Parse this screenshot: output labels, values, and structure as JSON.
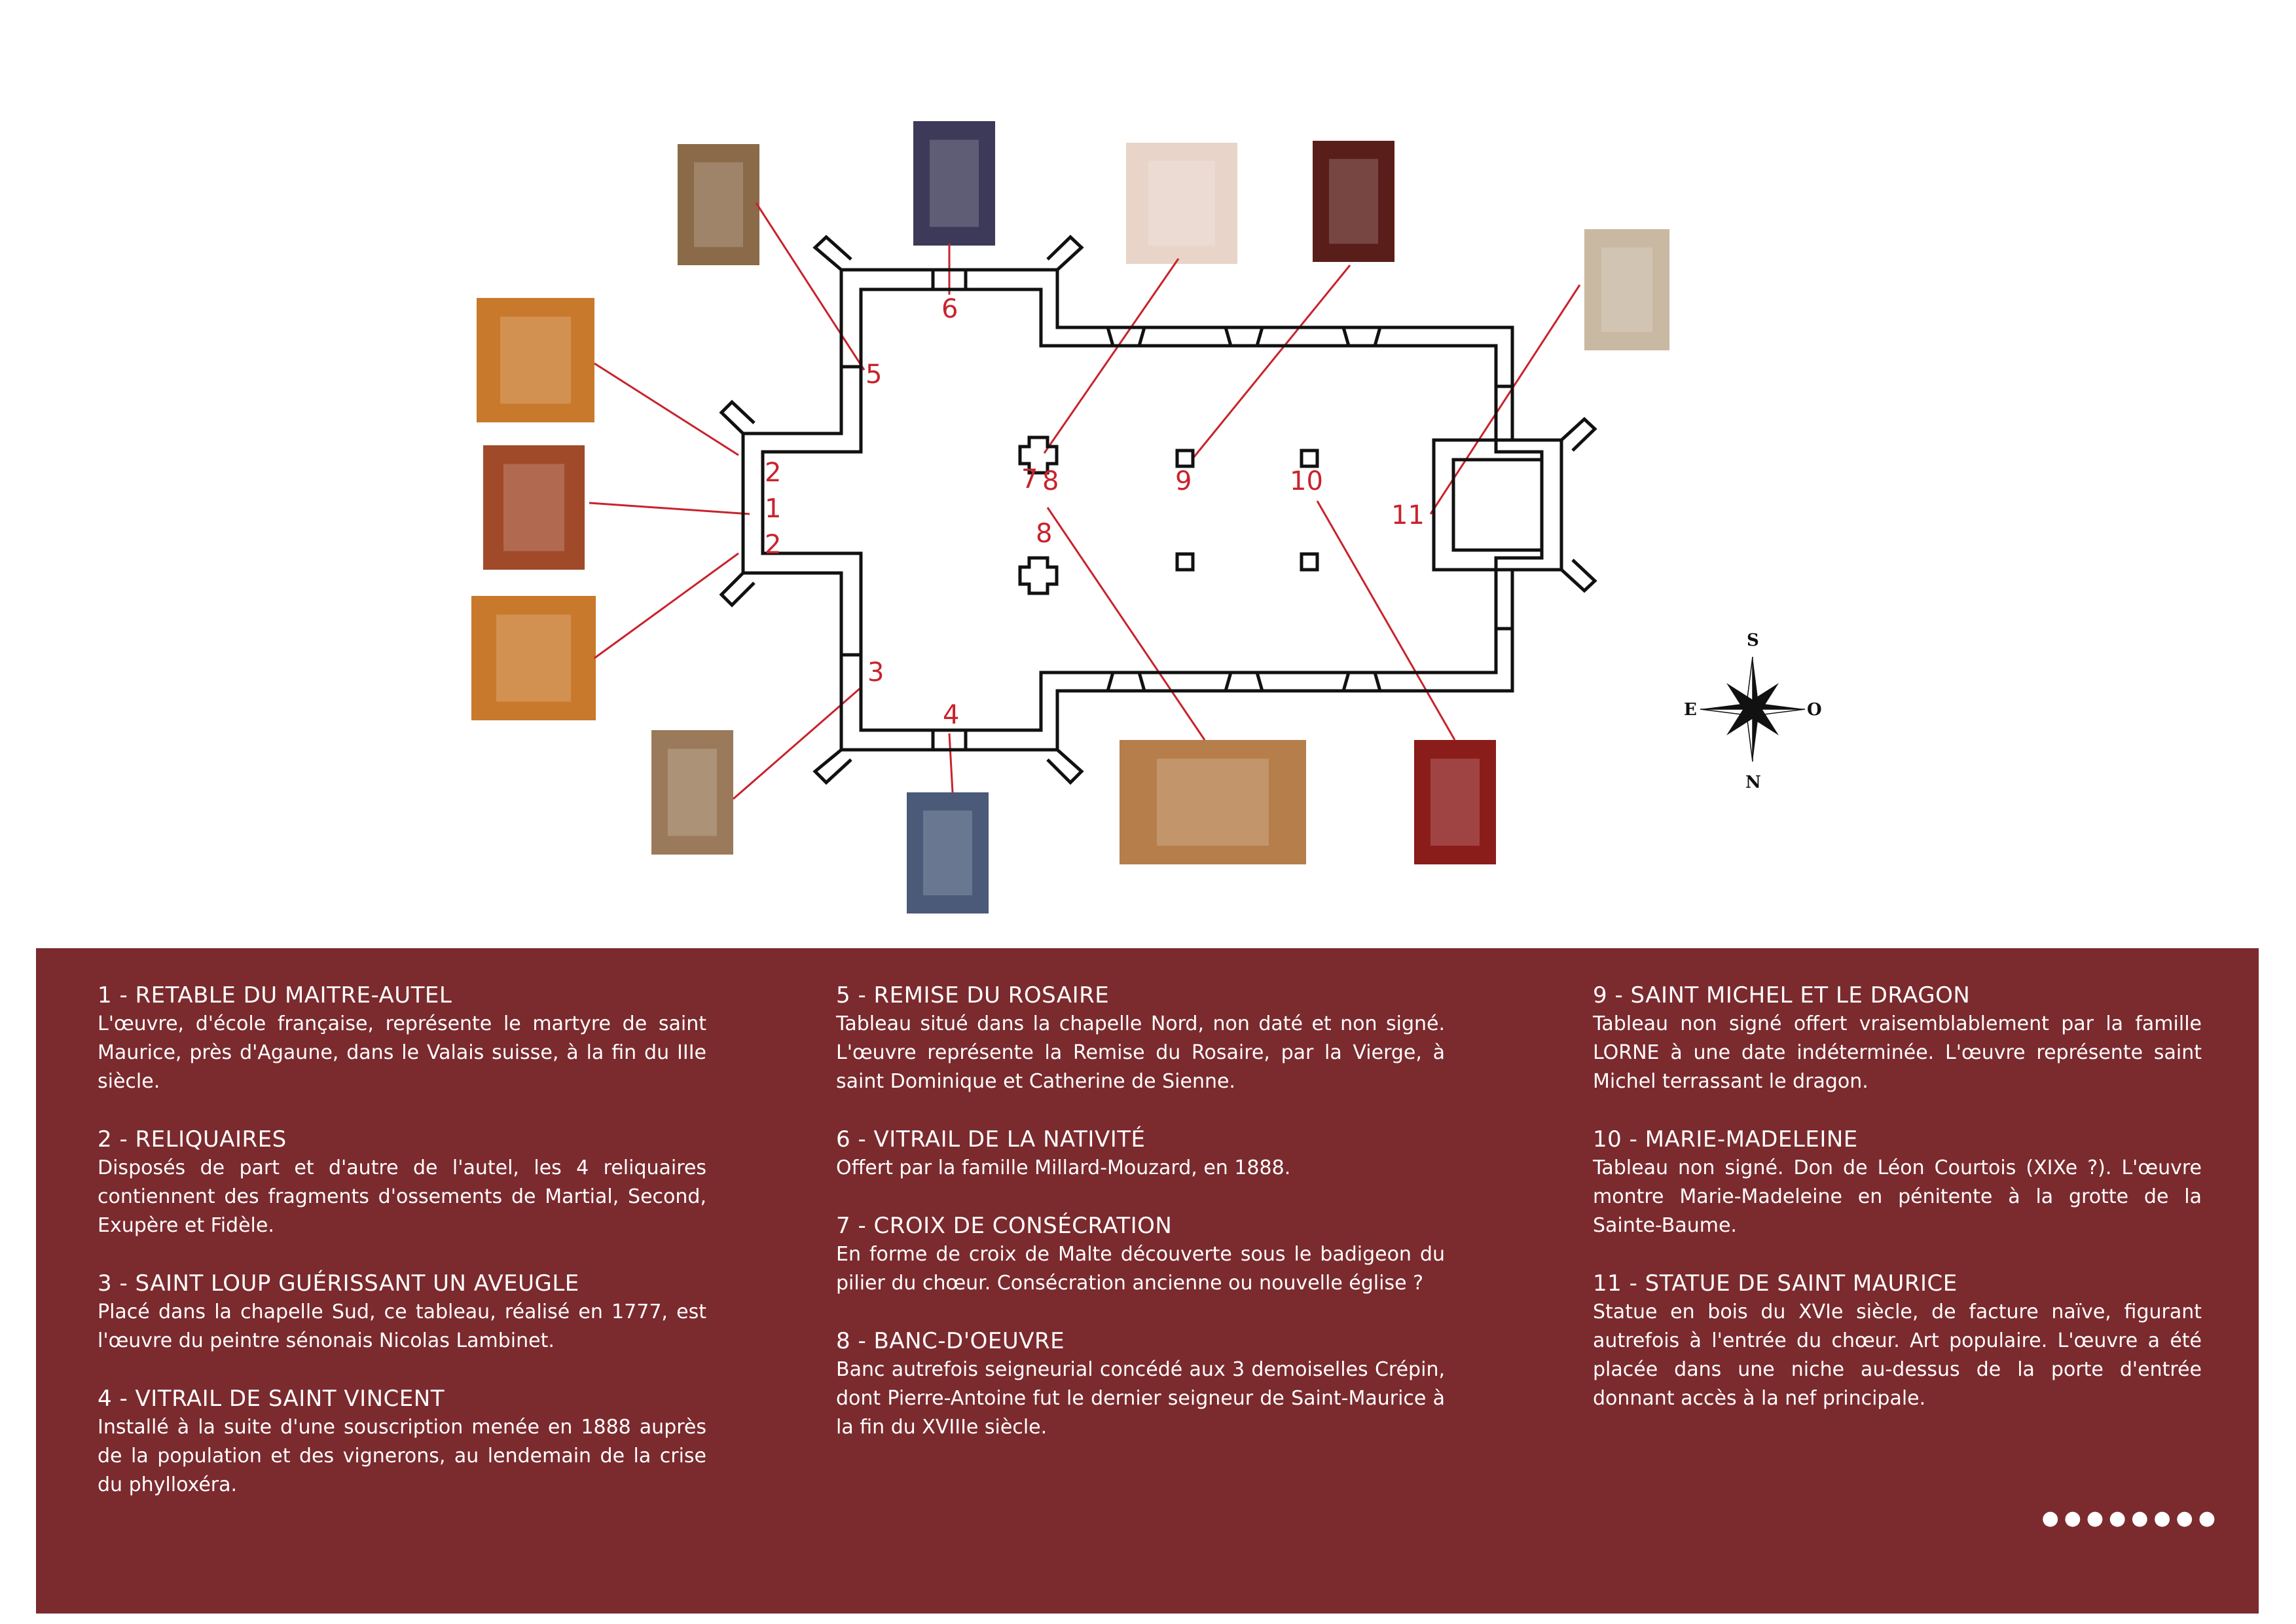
{
  "plan": {
    "numbers": [
      "1",
      "2",
      "2",
      "3",
      "4",
      "5",
      "6",
      "7",
      "8",
      "8",
      "9",
      "10",
      "11"
    ],
    "compass": {
      "top": "S",
      "bottom": "N",
      "left": "E",
      "right": "O"
    },
    "accent_color": "#c8232c",
    "photos": [
      {
        "ref": "5",
        "subject": "Remise du Rosaire painting",
        "tint": "#8a6a48"
      },
      {
        "ref": "6",
        "subject": "stained glass window",
        "tint": "#3c3a58"
      },
      {
        "ref": "7",
        "subject": "consecration cross",
        "tint": "#e8d4c8"
      },
      {
        "ref": "9",
        "subject": "Saint Michel painting",
        "tint": "#5a1e1a"
      },
      {
        "ref": "11",
        "subject": "statue",
        "tint": "#c9b8a2"
      },
      {
        "ref": "2",
        "subject": "reliquaries",
        "tint": "#c9792b"
      },
      {
        "ref": "1",
        "subject": "altarpiece",
        "tint": "#a04a2a"
      },
      {
        "ref": "2",
        "subject": "reliquaries",
        "tint": "#c9792b"
      },
      {
        "ref": "3",
        "subject": "Saint Loup painting",
        "tint": "#9a7a5a"
      },
      {
        "ref": "4",
        "subject": "stained glass window",
        "tint": "#4a5a78"
      },
      {
        "ref": "8",
        "subject": "pew",
        "tint": "#b57e4a"
      },
      {
        "ref": "10",
        "subject": "Marie-Madeleine painting",
        "tint": "#8a1c1a"
      }
    ]
  },
  "legend": {
    "columns": [
      [
        {
          "title": "1 - RETABLE DU MAITRE-AUTEL",
          "text": "L'œuvre, d'école française, représente le martyre de saint Maurice, près d'Agaune, dans le Valais suisse, à la fin du IIIe siècle."
        },
        {
          "title": "2 - RELIQUAIRES",
          "text": "Disposés de part et d'autre de l'autel, les 4 reliquaires contiennent des fragments d'ossements de Martial, Second, Exupère et Fidèle."
        },
        {
          "title": "3 - SAINT LOUP GUÉRISSANT UN AVEUGLE",
          "text": "Placé dans la chapelle Sud, ce tableau, réalisé en 1777, est l'œuvre du peintre sénonais Nicolas Lambinet."
        },
        {
          "title": "4 - VITRAIL DE SAINT VINCENT",
          "text": "Installé à la suite d'une souscription menée en 1888 auprès de la population et des vignerons, au lendemain de la crise du phylloxéra."
        }
      ],
      [
        {
          "title": "5 - REMISE DU ROSAIRE",
          "text": "Tableau situé dans la chapelle Nord, non daté et non signé. L'œuvre représente la Remise du Rosaire, par la Vierge, à saint Dominique et Catherine de Sienne."
        },
        {
          "title": "6 - VITRAIL DE LA NATIVITÉ",
          "text": "Offert par la famille Millard-Mouzard, en 1888."
        },
        {
          "title": "7 - CROIX DE CONSÉCRATION",
          "text": "En forme de croix de Malte découverte sous le badigeon du pilier du chœur. Consécration ancienne ou nouvelle église ?"
        },
        {
          "title": "8 - BANC-D'OEUVRE",
          "text": "Banc autrefois seigneurial concédé aux 3 demoiselles Crépin, dont Pierre-Antoine fut le dernier seigneur de Saint-Maurice à la fin du XVIIIe siècle."
        }
      ],
      [
        {
          "title": "9 - SAINT MICHEL ET LE DRAGON",
          "text": "Tableau non signé offert vraisemblablement par la famille LORNE à une date indéterminée. L'œuvre représente saint Michel terrassant le dragon."
        },
        {
          "title": "10 - MARIE-MADELEINE",
          "text": "Tableau non signé. Don de Léon Courtois (XIXe ?). L'œuvre montre Marie-Madeleine en pénitente à la grotte de la Sainte-Baume."
        },
        {
          "title": "11 - STATUE DE SAINT MAURICE",
          "text": "Statue en bois du XVIe siècle, de facture naïve, figurant autrefois à l'entrée du chœur. Art populaire. L'œuvre a été placée dans une niche au-dessus de la porte d'entrée donnant accès à la nef principale."
        }
      ]
    ],
    "dots": "●●●●●●●●"
  }
}
